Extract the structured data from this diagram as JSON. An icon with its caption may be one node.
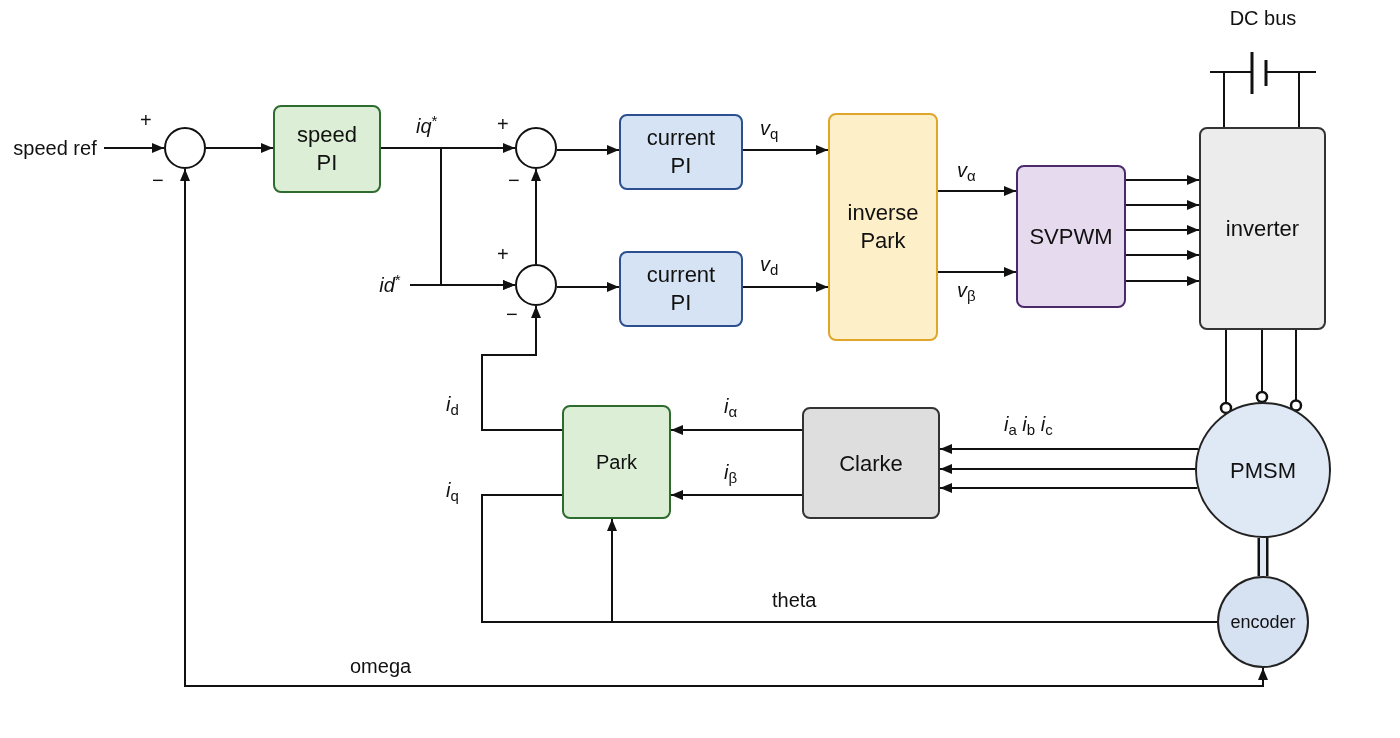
{
  "diagram": {
    "nodes": [
      {
        "text": [
          "speed ref"
        ]
      },
      {
        "text": [],
        "shape": "circle"
      },
      {
        "text": [
          "speed PI"
        ]
      },
      {
        "text": [],
        "shape": "circle"
      },
      {
        "text": [],
        "shape": "circle"
      },
      {
        "text": [
          "*id*$^{*}$"
        ]
      },
      {
        "text": [
          "current PI"
        ]
      },
      {
        "text": [
          "current PI"
        ]
      },
      {
        "text": [
          "inverse Park"
        ]
      },
      {
        "text": [
          "SVPWM"
        ]
      },
      {
        "text": [
          "inverter"
        ]
      },
      {
        "text": [
          "DC bus"
        ]
      },
      {
        "text": [
          "Park"
        ]
      },
      {
        "text": [
          "Clarke"
        ]
      },
      {
        "text": [
          "PMSM"
        ]
      },
      {
        "text": [
          "encoder"
        ]
      }
    ],
    "edges": [
      {
        "from": 0,
        "to": 1,
        "arrow": "to"
      },
      {
        "from": 1,
        "to": 2,
        "arrow": "to"
      },
      {
        "from": 2,
        "to": 3,
        "arrow": "to",
        "label": "*iq*$^{*}$"
      },
      {
        "from": 2,
        "to": 4,
        "arrow": "to"
      },
      {
        "from": 5,
        "to": 4,
        "arrow": "to"
      },
      {
        "from": 4,
        "to": 3,
        "arrow": "to"
      },
      {
        "from": 3,
        "to": 6,
        "arrow": "to"
      },
      {
        "from": 4,
        "to": 7,
        "arrow": "to"
      },
      {
        "from": 6,
        "to": 8,
        "arrow": "to",
        "label": "*v*$_{q}$"
      },
      {
        "from": 7,
        "to": 8,
        "arrow": "to",
        "label": "*v*$_{d}$"
      },
      {
        "from": 8,
        "to": 9,
        "arrow": "to",
        "label": "*v*$_{α}$"
      },
      {
        "from": 8,
        "to": 9,
        "arrow": "to",
        "label": "*v*$_{β}$"
      },
      {
        "from": 9,
        "to": 10,
        "arrow": "to"
      },
      {
        "from": 9,
        "to": 10,
        "arrow": "to"
      },
      {
        "from": 9,
        "to": 10,
        "arrow": "to"
      },
      {
        "from": 9,
        "to": 10,
        "arrow": "to"
      },
      {
        "from": 9,
        "to": 10,
        "arrow": "to"
      },
      {
        "from": 11,
        "to": 10,
        "arrow": "none"
      },
      {
        "from": 11,
        "to": 10,
        "arrow": "none"
      },
      {
        "from": 10,
        "to": 14,
        "arrow": "other"
      },
      {
        "from": 10,
        "to": 14,
        "arrow": "other"
      },
      {
        "from": 10,
        "to": 14,
        "arrow": "other"
      },
      {
        "from": 14,
        "to": 13,
        "arrow": "to",
        "label": "*i*$_{a}$ *i*$_{b}$ *i*$_{c}$"
      },
      {
        "from": 14,
        "to": 13,
        "arrow": "to"
      },
      {
        "from": 14,
        "to": 13,
        "arrow": "to"
      },
      {
        "from": 13,
        "to": 12,
        "arrow": "to",
        "label": "*i*$_{α}$"
      },
      {
        "from": 13,
        "to": 12,
        "arrow": "to",
        "label": "*i*$_{β}$"
      },
      {
        "from": 12,
        "to": 4,
        "arrow": "to",
        "label": "*i*$_{d}$"
      },
      {
        "from": 12,
        "to": 15,
        "arrow": "none",
        "label": "*i*$_{q}$"
      },
      {
        "from": 15,
        "to": 12,
        "arrow": "to",
        "label": "theta"
      },
      {
        "from": 15,
        "to": 1,
        "arrow": "both",
        "label": "omega"
      },
      {
        "from": 14,
        "to": 15,
        "arrow": "none",
        "style": "thick"
      }
    ],
    "labels": [
      "+",
      "+",
      "−",
      "−",
      "+",
      "−"
    ]
  }
}
